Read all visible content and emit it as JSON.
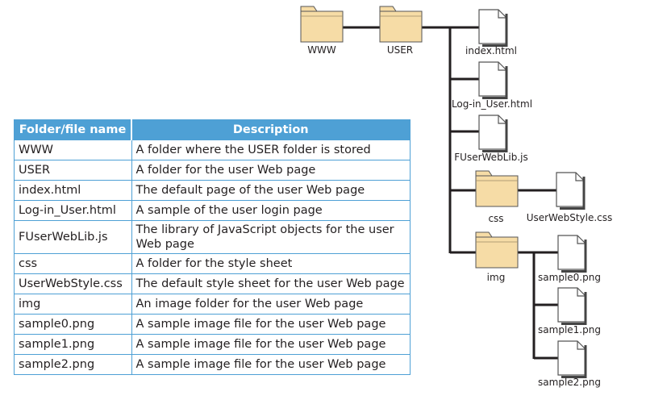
{
  "tree": {
    "nodes": {
      "www": "WWW",
      "user": "USER",
      "index": "index.html",
      "login": "Log-in_User.html",
      "lib": "FUserWebLib.js",
      "css": "css",
      "style": "UserWebStyle.css",
      "img": "img",
      "s0": "sample0.png",
      "s1": "sample1.png",
      "s2": "sample2.png"
    },
    "colors": {
      "folder_fill": "#f6dca6",
      "line": "#231f20"
    }
  },
  "table": {
    "headers": [
      "Folder/file name",
      "Description"
    ],
    "rows": [
      [
        "WWW",
        "A folder where the USER folder is stored"
      ],
      [
        "USER",
        "A folder for the user Web page"
      ],
      [
        "index.html",
        "The default page of the user Web page"
      ],
      [
        "Log-in_User.html",
        "A sample of the user login page"
      ],
      [
        "FUserWebLib.js",
        "The library of JavaScript objects for the user Web page"
      ],
      [
        "css",
        "A folder for the style sheet"
      ],
      [
        "UserWebStyle.css",
        "The default style sheet for the user Web page"
      ],
      [
        "img",
        "An image folder for the user Web page"
      ],
      [
        "sample0.png",
        "A sample image file for the user Web page"
      ],
      [
        "sample1.png",
        "A sample image file for the user Web page"
      ],
      [
        "sample2.png",
        "A sample image file for the user Web page"
      ]
    ],
    "header_color": "#4ea0d5"
  }
}
